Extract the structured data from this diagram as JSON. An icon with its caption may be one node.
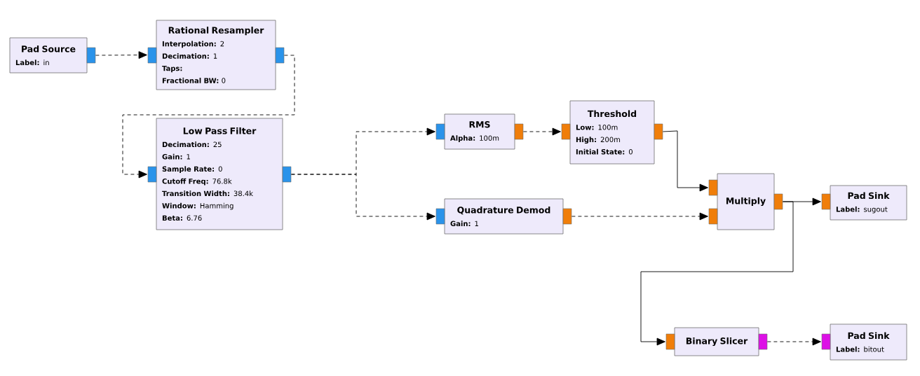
{
  "diagram": {
    "nodes": [
      {
        "text": [
          "Pad Source",
          "**Label:** in"
        ]
      },
      {
        "text": [
          "Rational Resampler",
          "**Interpolation:** 2",
          "**Decimation:** 1",
          "**Taps:**",
          "**Fractional BW:** 0"
        ]
      },
      {
        "text": [
          "Low Pass Filter",
          "**Decimation:** 25",
          "**Gain:** 1",
          "**Sample Rate:** 0",
          "**Cutoff Freq:** 76.8k",
          "**Transition Width:** 38.4k",
          "**Window:** Hamming",
          "**Beta:** 6.76"
        ]
      },
      {
        "text": [
          "RMS",
          "**Alpha:** 100m"
        ]
      },
      {
        "text": [
          "Threshold",
          "**Low:** 100m",
          "**High:** 200m",
          "**Initial State:** 0"
        ]
      },
      {
        "text": [
          "Quadrature Demod",
          "**Gain:** 1"
        ]
      },
      {
        "text": [
          "Multiply"
        ]
      },
      {
        "text": [
          "Pad Sink",
          "**Label:** sugout"
        ]
      },
      {
        "text": [
          "Binary Slicer"
        ]
      },
      {
        "text": [
          "Pad Sink",
          "**Label:** bitout"
        ]
      }
    ],
    "edges": [
      {
        "from": 0,
        "to": 1,
        "arrow": "to",
        "style": "dashed"
      },
      {
        "from": 1,
        "to": 2,
        "arrow": "to",
        "style": "dashed"
      },
      {
        "from": 2,
        "to": 3,
        "arrow": "to",
        "style": "dashed"
      },
      {
        "from": 2,
        "to": 5,
        "arrow": "to",
        "style": "dashed"
      },
      {
        "from": 3,
        "to": 4,
        "arrow": "to",
        "style": "dashed"
      },
      {
        "from": 4,
        "to": 6,
        "arrow": "to"
      },
      {
        "from": 5,
        "to": 6,
        "arrow": "to",
        "style": "dashed"
      },
      {
        "from": 6,
        "to": 7,
        "arrow": "to"
      },
      {
        "from": 6,
        "to": 8,
        "arrow": "to"
      },
      {
        "from": 8,
        "to": 9,
        "arrow": "to",
        "style": "dashed"
      }
    ]
  }
}
